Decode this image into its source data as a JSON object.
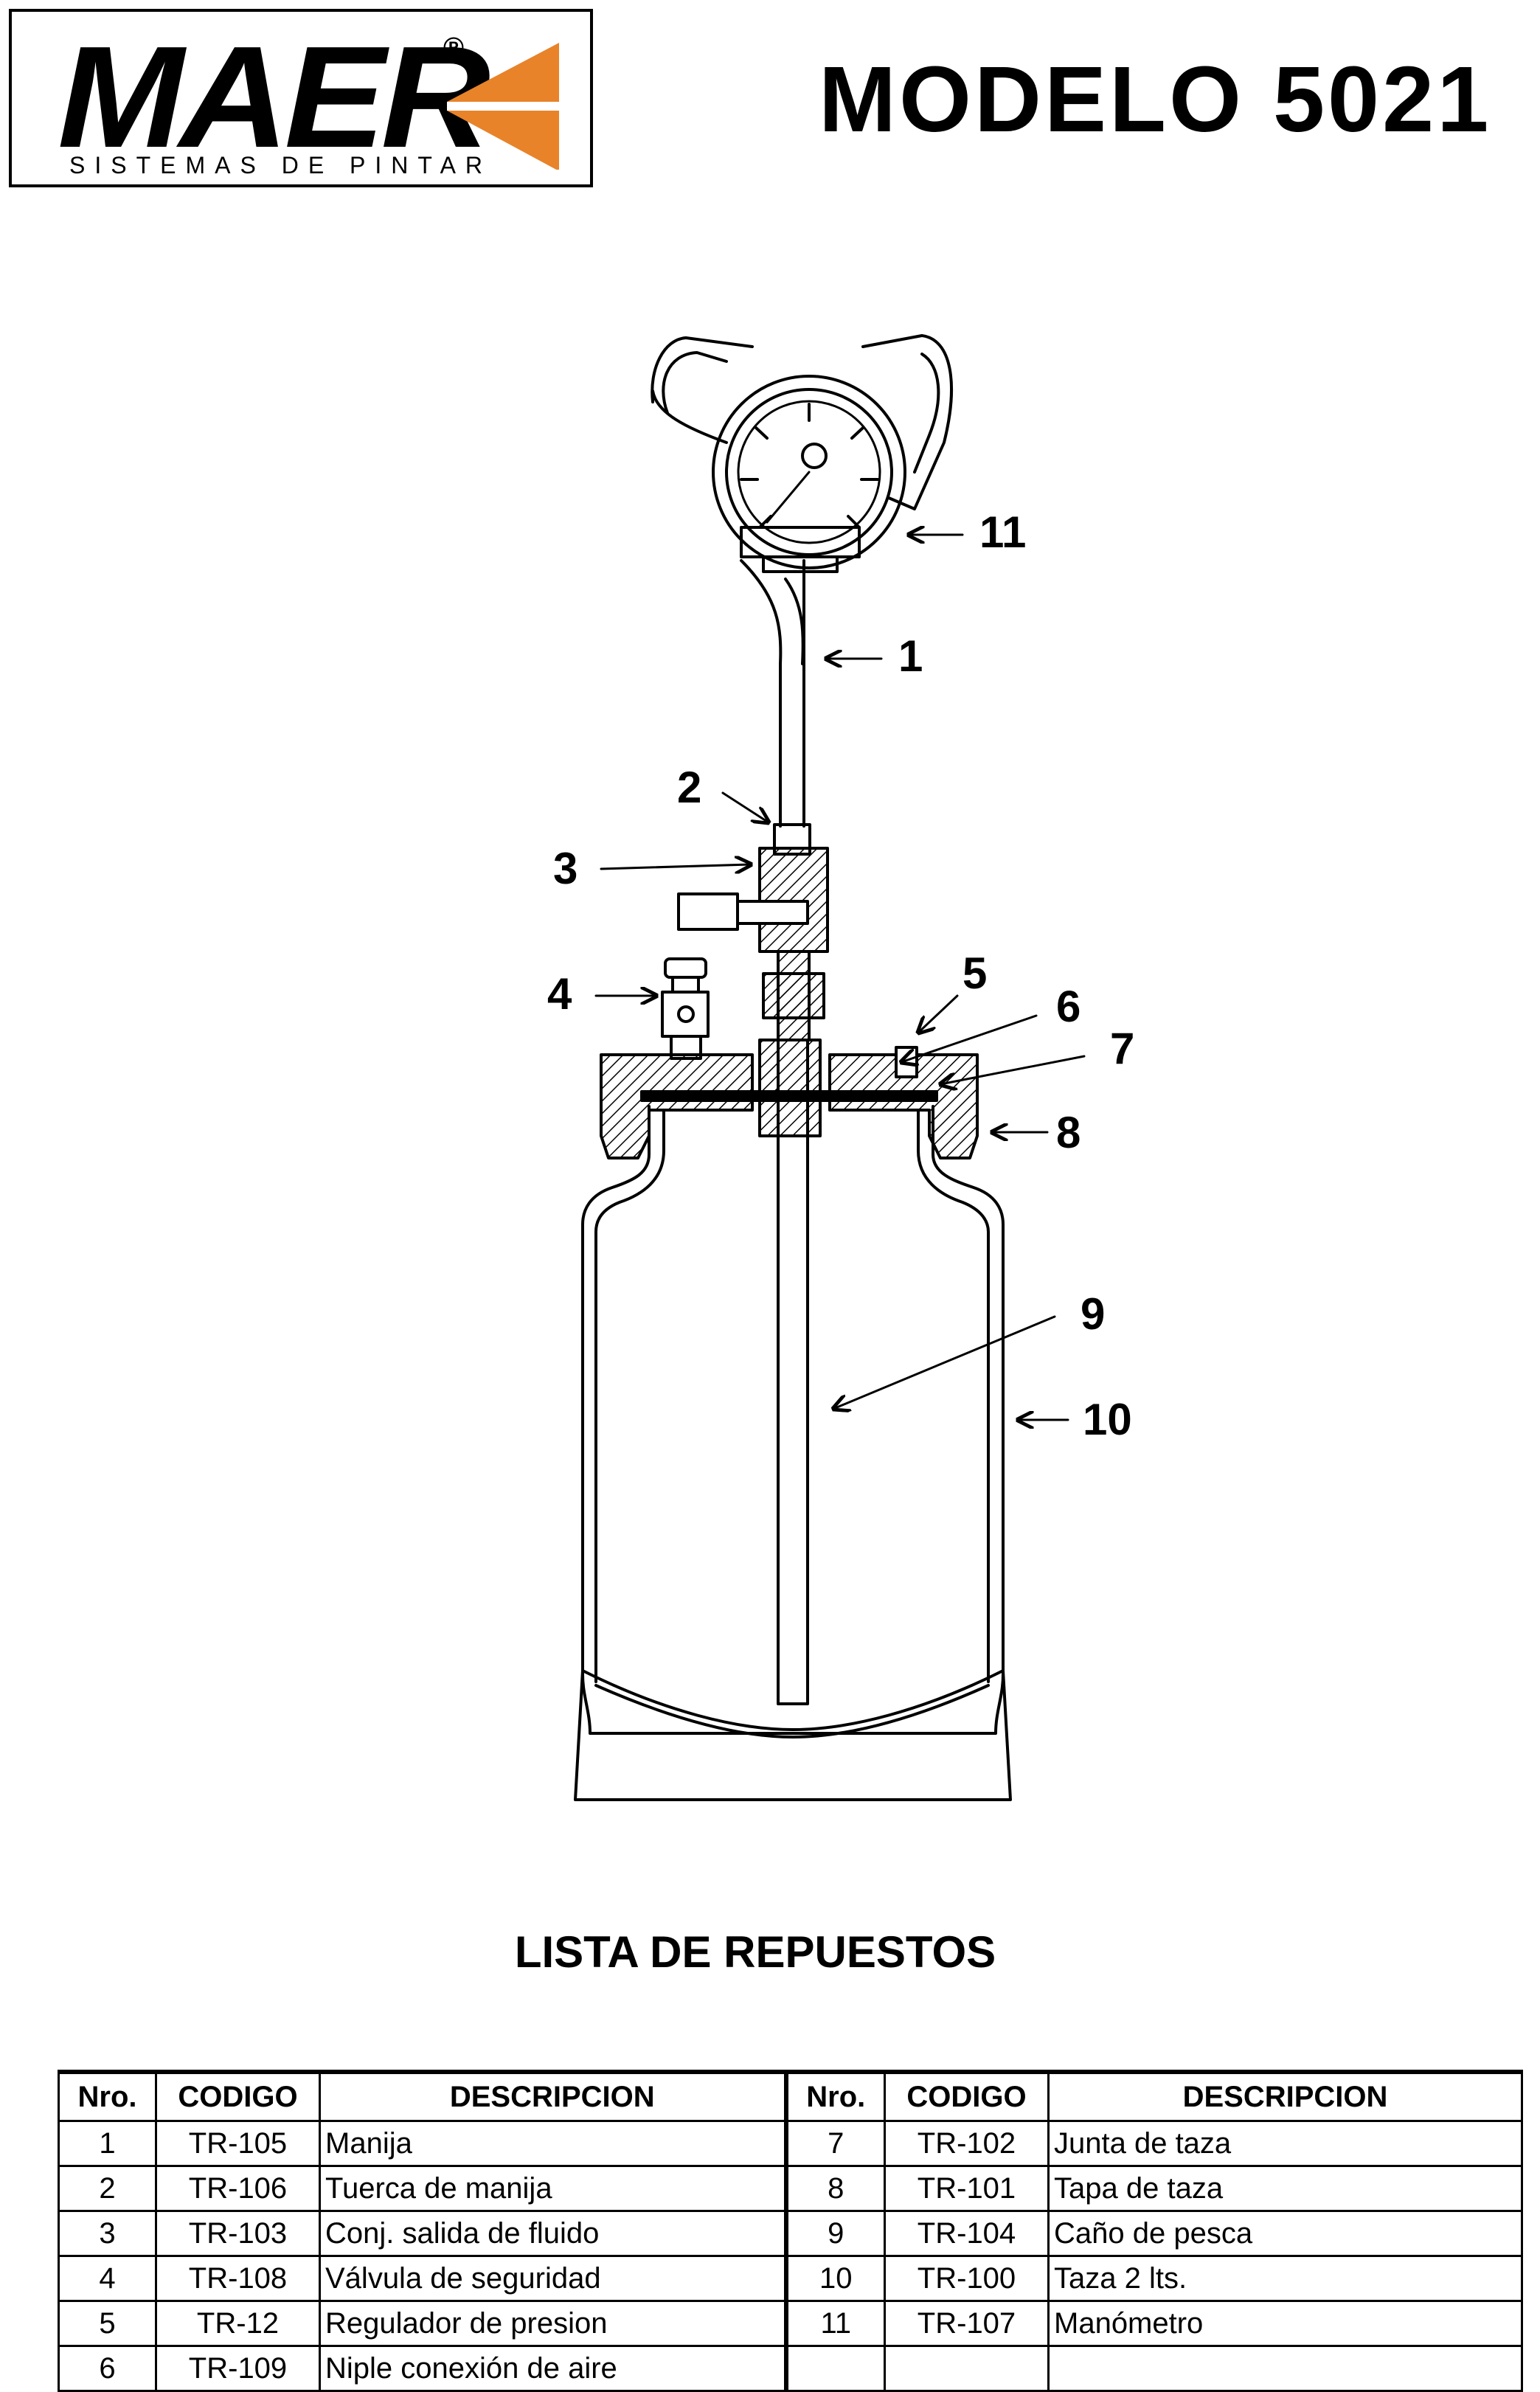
{
  "header": {
    "brand": "MAER",
    "registered": "®",
    "tagline": "SISTEMAS DE PINTAR",
    "model_title": "MODELO 5021",
    "logo_accent_color": "#e8832a"
  },
  "diagram": {
    "callouts": [
      "11",
      "1",
      "2",
      "3",
      "4",
      "5",
      "6",
      "7",
      "8",
      "9",
      "10"
    ]
  },
  "parts_list": {
    "title": "LISTA DE REPUESTOS",
    "headers": [
      "Nro.",
      "CODIGO",
      "DESCRIPCION",
      "Nro.",
      "CODIGO",
      "DESCRIPCION"
    ],
    "rows": [
      [
        "1",
        "TR-105",
        "Manija",
        "7",
        "TR-102",
        "Junta de taza"
      ],
      [
        "2",
        "TR-106",
        "Tuerca de manija",
        "8",
        "TR-101",
        "Tapa de taza"
      ],
      [
        "3",
        "TR-103",
        "Conj. salida de fluido",
        "9",
        "TR-104",
        "Caño de pesca"
      ],
      [
        "4",
        "TR-108",
        "Válvula de seguridad",
        "10",
        "TR-100",
        "Taza 2 lts."
      ],
      [
        "5",
        "TR-12",
        "Regulador de presion",
        "11",
        "TR-107",
        "Manómetro"
      ],
      [
        "6",
        "TR-109",
        "Niple conexión de aire",
        "",
        "",
        ""
      ]
    ]
  }
}
